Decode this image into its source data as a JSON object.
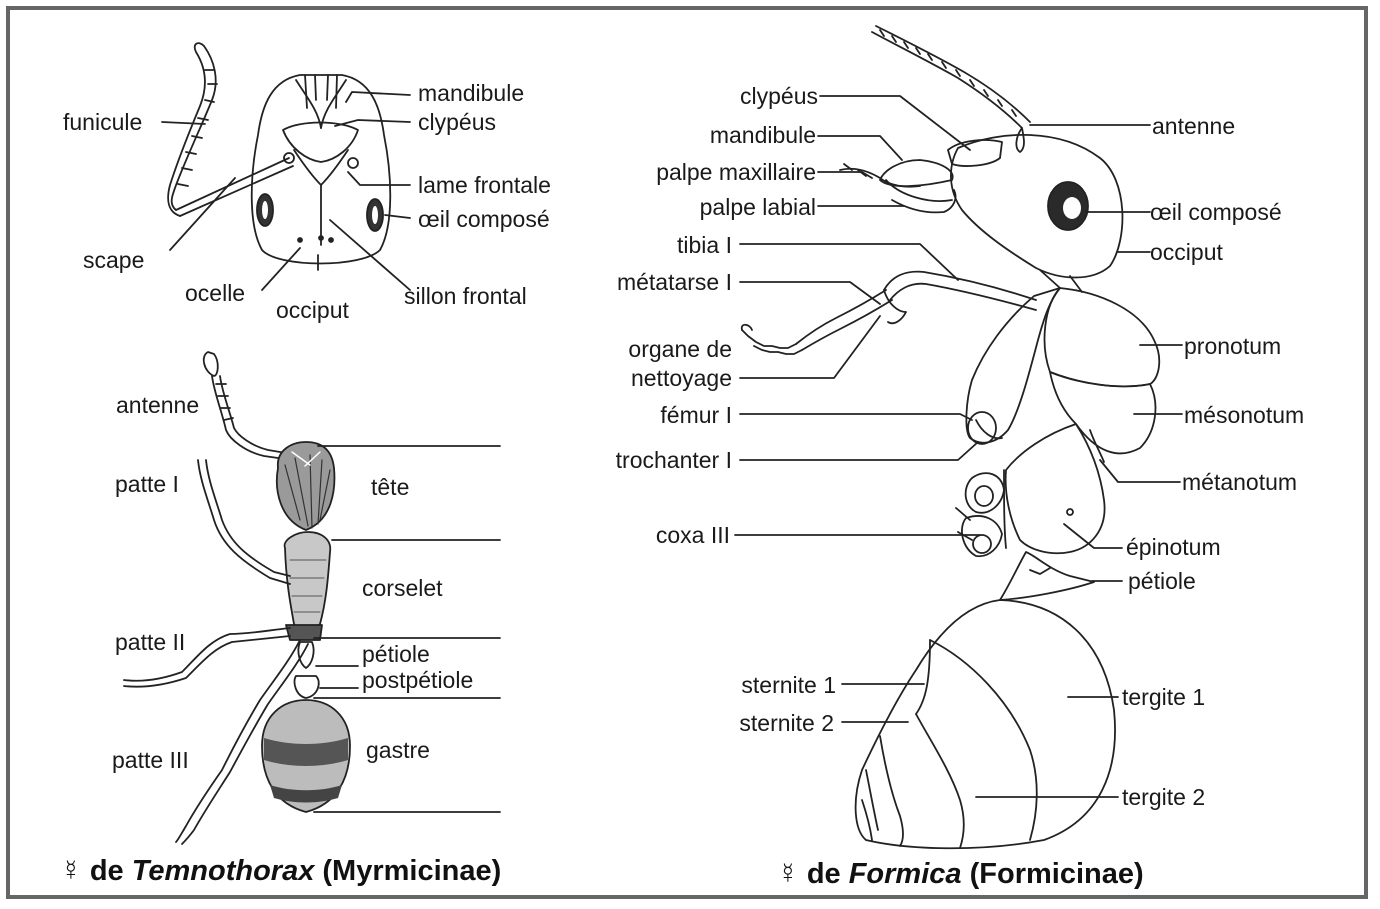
{
  "temnothorax_head": {
    "labels": {
      "funicule": "funicule",
      "scape": "scape",
      "ocelle": "ocelle",
      "occiput": "occiput",
      "mandibule": "mandibule",
      "clypeus": "clypéus",
      "lame_frontale": "lame frontale",
      "oeil_compose": "œil composé",
      "sillon_frontal": "sillon frontal"
    }
  },
  "temnothorax_body": {
    "labels": {
      "antenne": "antenne",
      "patte_1": "patte I",
      "patte_2": "patte II",
      "patte_3": "patte III",
      "tete": "tête",
      "corselet": "corselet",
      "petiole": "pétiole",
      "postpetiole": "postpétiole",
      "gastre": "gastre"
    }
  },
  "formica": {
    "labels": {
      "clypeus": "clypéus",
      "mandibule": "mandibule",
      "palpe_maxillaire": "palpe maxillaire",
      "palpe_labial": "palpe labial",
      "tibia": "tibia I",
      "metatarse": "métatarse I",
      "organe_1": "organe de",
      "organe_2": "nettoyage",
      "femur": "fémur I",
      "trochanter": "trochanter I",
      "coxa": "coxa III",
      "sternite_1": "sternite 1",
      "sternite_2": "sternite 2",
      "antenne": "antenne",
      "oeil_compose": "œil composé",
      "occiput": "occiput",
      "pronotum": "pronotum",
      "mesonotum": "mésonotum",
      "metanotum": "métanotum",
      "epinotum": "épinotum",
      "petiole": "pétiole",
      "tergite_1": "tergite 1",
      "tergite_2": "tergite 2"
    }
  },
  "captions": {
    "left": {
      "symbol": "☿",
      "prefix": "de",
      "genus": "Temnothorax",
      "family": "(Myrmicinae)"
    },
    "right": {
      "symbol": "☿",
      "prefix": "de",
      "genus": "Formica",
      "family": "(Formicinae)"
    }
  }
}
